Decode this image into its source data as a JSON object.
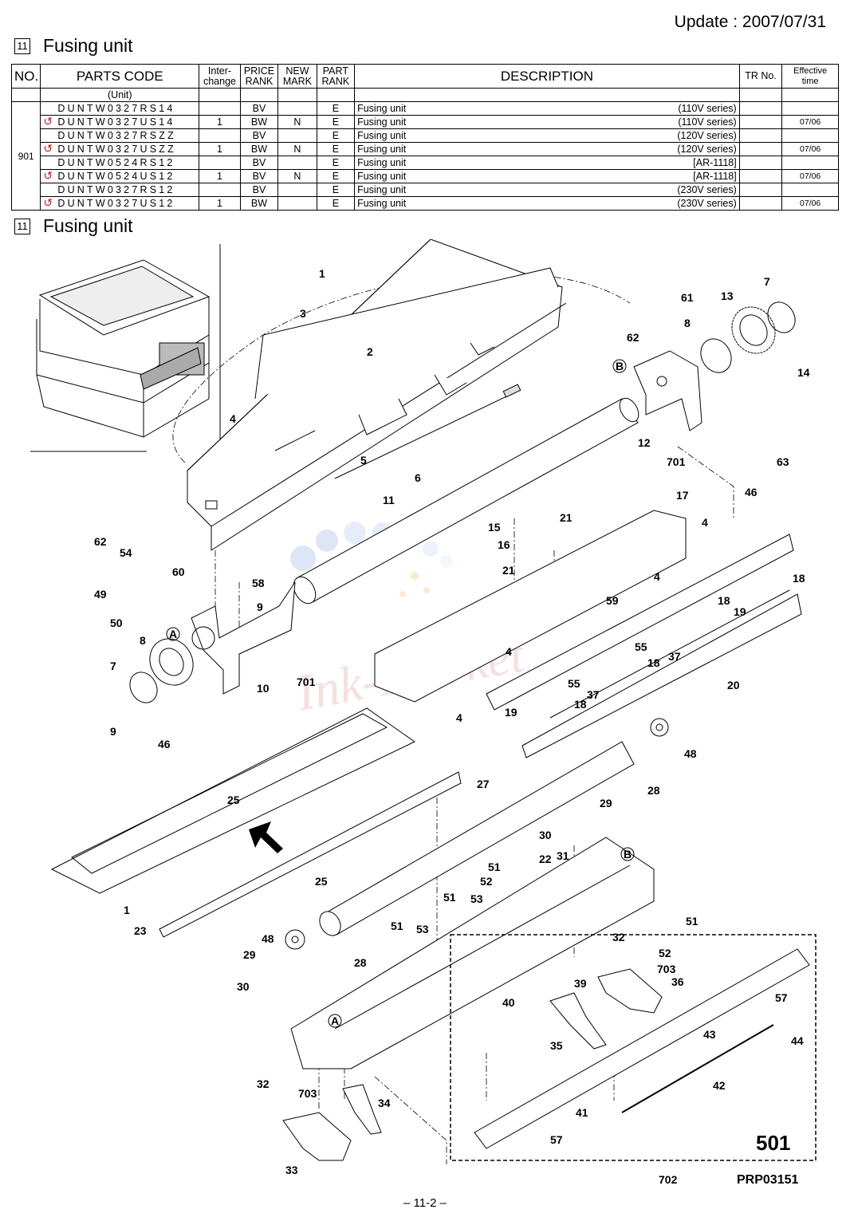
{
  "update_label": "Update : 2007/07/31",
  "sections": [
    {
      "num": "11",
      "title": "Fusing unit"
    },
    {
      "num": "11",
      "title": "Fusing unit"
    }
  ],
  "table": {
    "headers": {
      "no": "NO.",
      "parts_code": "PARTS CODE",
      "interchange": "Inter-change",
      "price_rank": "PRICE RANK",
      "new_mark": "NEW MARK",
      "part_rank": "PART RANK",
      "description": "DESCRIPTION",
      "tr_no": "TR No.",
      "effective": "Effective time"
    },
    "unit_label": "(Unit)",
    "group_no": "901",
    "rows": [
      {
        "code": "DUNTW0327RS14",
        "changed": false,
        "interchange": "",
        "price": "BV",
        "new": "",
        "rank": "E",
        "desc": "Fusing unit",
        "series": "(110V series)",
        "effective": ""
      },
      {
        "code": "DUNTW0327US14",
        "changed": true,
        "interchange": "1",
        "price": "BW",
        "new": "N",
        "rank": "E",
        "desc": "Fusing unit",
        "series": "(110V series)",
        "effective": "07/06"
      },
      {
        "code": "DUNTW0327RSZZ",
        "changed": false,
        "interchange": "",
        "price": "BV",
        "new": "",
        "rank": "E",
        "desc": "Fusing unit",
        "series": "(120V series)",
        "effective": ""
      },
      {
        "code": "DUNTW0327USZZ",
        "changed": true,
        "interchange": "1",
        "price": "BW",
        "new": "N",
        "rank": "E",
        "desc": "Fusing unit",
        "series": "(120V series)",
        "effective": "07/06"
      },
      {
        "code": "DUNTW0524RS12",
        "changed": false,
        "interchange": "",
        "price": "BV",
        "new": "",
        "rank": "E",
        "desc": "Fusing unit",
        "series": "[AR-1118]",
        "effective": ""
      },
      {
        "code": "DUNTW0524US12",
        "changed": true,
        "interchange": "1",
        "price": "BV",
        "new": "N",
        "rank": "E",
        "desc": "Fusing unit",
        "series": "[AR-1118]",
        "effective": "07/06"
      },
      {
        "code": "DUNTW0327RS12",
        "changed": false,
        "interchange": "",
        "price": "BV",
        "new": "",
        "rank": "E",
        "desc": "Fusing unit",
        "series": "(230V series)",
        "effective": ""
      },
      {
        "code": "DUNTW0327US12",
        "changed": true,
        "interchange": "1",
        "price": "BW",
        "new": "",
        "rank": "E",
        "desc": "Fusing unit",
        "series": "(230V series)",
        "effective": "07/06"
      }
    ]
  },
  "diagram": {
    "labels": [
      "1",
      "2",
      "3",
      "4",
      "5",
      "6",
      "7",
      "8",
      "9",
      "10",
      "11",
      "12",
      "13",
      "14",
      "15",
      "16",
      "17",
      "18",
      "19",
      "20",
      "21",
      "22",
      "23",
      "25",
      "27",
      "28",
      "29",
      "30",
      "31",
      "32",
      "33",
      "34",
      "35",
      "36",
      "37",
      "39",
      "40",
      "41",
      "42",
      "43",
      "44",
      "46",
      "48",
      "49",
      "50",
      "51",
      "52",
      "53",
      "54",
      "55",
      "57",
      "58",
      "59",
      "60",
      "61",
      "62",
      "63",
      "701",
      "702",
      "703",
      "A",
      "B"
    ],
    "unit_number": "501",
    "drawing_code": "PRP03151",
    "watermark": "Ink-Market"
  },
  "page_number": "– 11-2 –",
  "colors": {
    "change_mark": "#d0141f",
    "line": "#000000"
  }
}
